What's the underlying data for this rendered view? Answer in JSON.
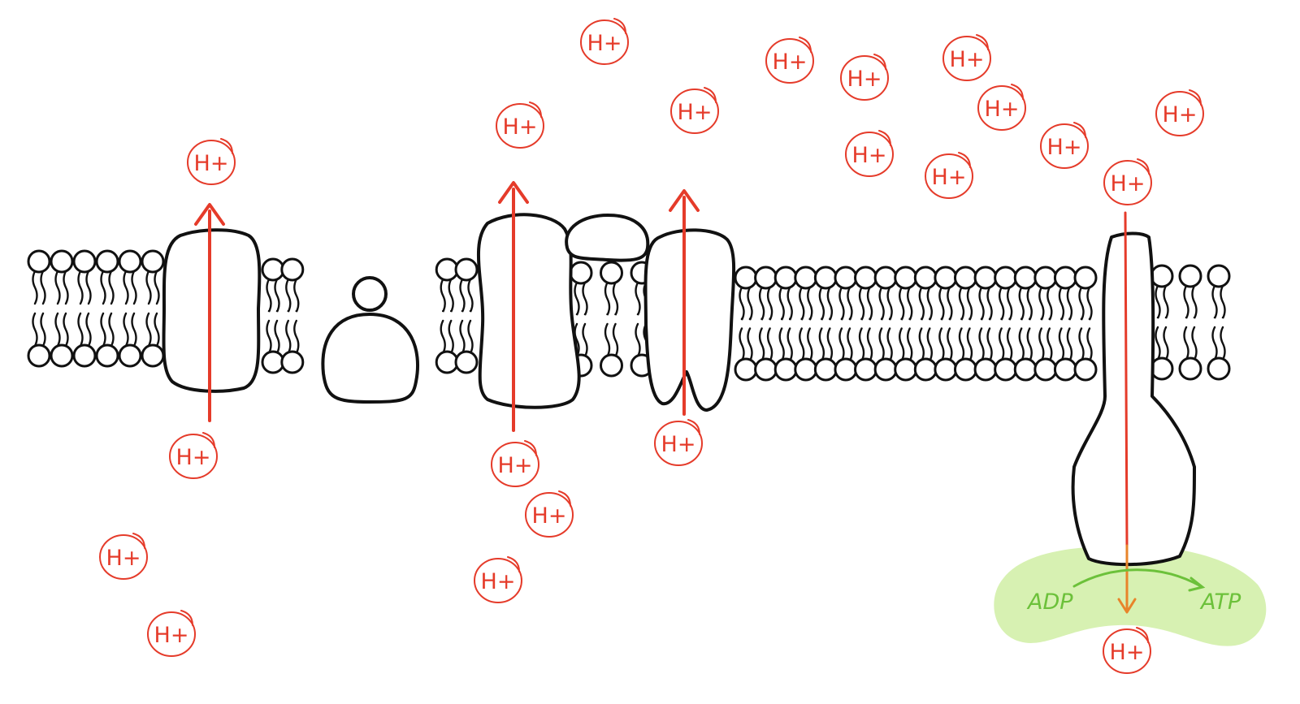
{
  "ion_label": "H+",
  "adp_label": "ADP",
  "atp_label": "ATP",
  "colors": {
    "ion": "#e53b2a",
    "arrow": "#e53b2a",
    "synthase_arrow": "#e8842a",
    "outline": "#111111",
    "atp_text": "#6cc13a",
    "atp_blob": "#d7f1b2"
  }
}
